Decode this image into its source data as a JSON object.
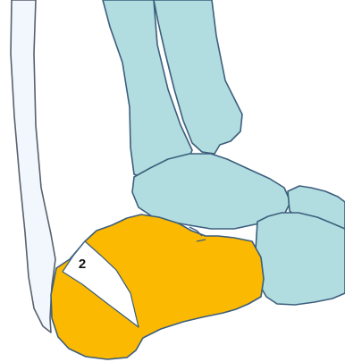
{
  "diagram": {
    "labels": [
      {
        "id": "wedge",
        "text": "2"
      }
    ],
    "colors": {
      "bone_fill": "#b2dde0",
      "bone_stroke": "#3c5e7d",
      "calcaneus_fill": "#fbb901",
      "calcaneus_stroke": "#3c5e7d",
      "tendon_fill": "#f1f7fc",
      "tendon_stroke": "#59616f",
      "wedge_fill": "#ffffff",
      "background": "#ffffff"
    },
    "structures": [
      "achilles-tendon",
      "tibia",
      "fibula",
      "talus",
      "navicular",
      "cuboid",
      "calcaneus",
      "resected-wedge"
    ]
  }
}
